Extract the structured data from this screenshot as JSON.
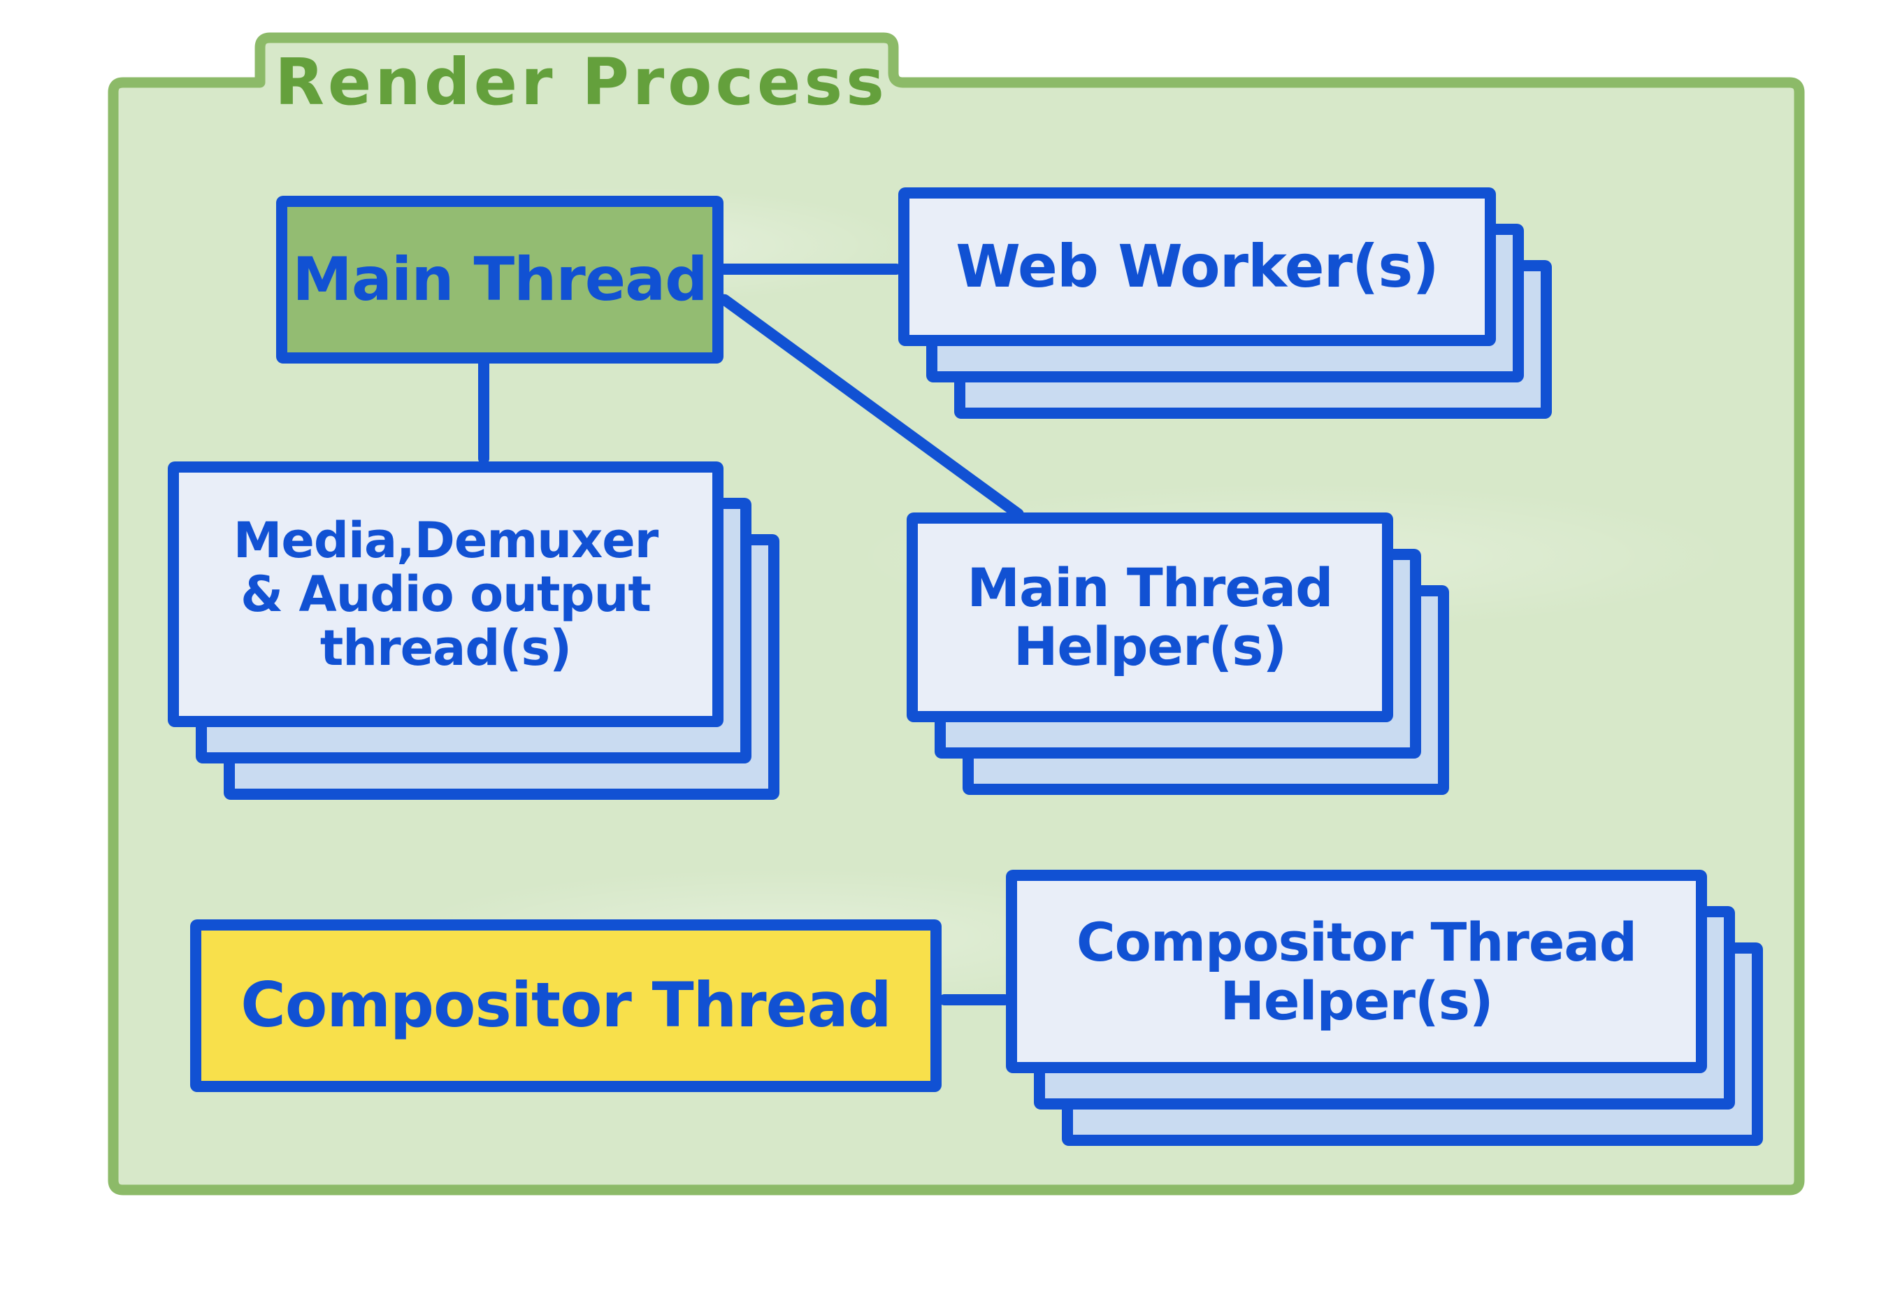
{
  "diagram": {
    "title": "Render Process",
    "nodes": {
      "main_thread": {
        "label": "Main Thread",
        "type": "single-box",
        "fill_color_key": "main_thread_fill"
      },
      "web_workers": {
        "label": "Web Worker(s)",
        "type": "stacked-cards",
        "stack_count": 3
      },
      "media_threads": {
        "label_lines": [
          "Media,Demuxer",
          "& Audio output",
          "thread(s)"
        ],
        "type": "stacked-cards",
        "stack_count": 3
      },
      "main_thread_helpers": {
        "label_lines": [
          "Main Thread",
          "Helper(s)"
        ],
        "type": "stacked-cards",
        "stack_count": 3
      },
      "compositor_thread": {
        "label": "Compositor Thread",
        "type": "single-box",
        "fill_color_key": "compositor_fill"
      },
      "compositor_thread_helpers": {
        "label_lines": [
          "Compositor Thread",
          "Helper(s)"
        ],
        "type": "stacked-cards",
        "stack_count": 3
      }
    },
    "edges": [
      {
        "from": "main_thread",
        "to": "web_workers"
      },
      {
        "from": "main_thread",
        "to": "media_threads"
      },
      {
        "from": "main_thread",
        "to": "main_thread_helpers"
      },
      {
        "from": "compositor_thread",
        "to": "compositor_thread_helpers"
      }
    ]
  },
  "colors": {
    "canvas_bg": "#ffffff",
    "folder_fill": "#d7e8c9",
    "folder_border": "#8cba68",
    "title_green": "#64a03c",
    "node_blue": "#1151d3",
    "card_front": "#e9eef8",
    "card_back": "#c9dbf1",
    "main_thread_fill": "#93bc72",
    "compositor_fill": "#f8e04b"
  }
}
